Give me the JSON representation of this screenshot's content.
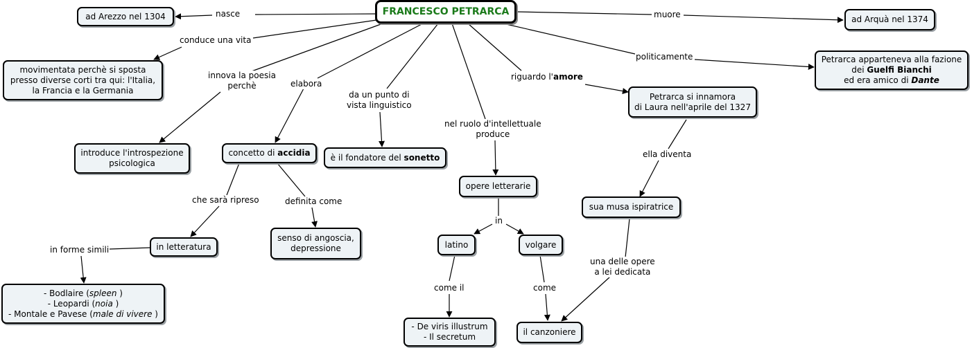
{
  "concept_map": {
    "root": "FRANCESCO PETRARCA",
    "nodes": {
      "arezzo": "ad Arezzo nel 1304",
      "arqua": "ad Arquà nel 1374",
      "vita": [
        "movimentata perchè si sposta",
        "presso diverse corti tra qui: l'Italia,",
        "la Francia e la Germania"
      ],
      "fazione": {
        "line1": "Petrarca apparteneva alla fazione",
        "line2_pre": "dei ",
        "line2_bold": "Guelfi Bianchi",
        "line3_pre": "ed era amico di ",
        "line3_bolditalic": "Dante"
      },
      "introspezione": [
        "introduce l'introspezione",
        "psicologica"
      ],
      "accidia": {
        "pre": "concetto di ",
        "bold": "accidia"
      },
      "sonetto": {
        "pre": "è il fondatore del ",
        "bold": "sonetto"
      },
      "laura": [
        "Petrarca si innamora",
        "di Laura nell'aprile del 1327"
      ],
      "opere": "opere letterarie",
      "musa": "sua musa ispiratrice",
      "letteratura": "in letteratura",
      "angoscia": [
        "senso di angoscia,",
        "depressione"
      ],
      "latino": "latino",
      "volgare": "volgare",
      "autori": {
        "l1_pre": "- Bodlaire (",
        "l1_it": "spleen",
        "l1_post": " )",
        "l2_pre": "- Leopardi (",
        "l2_it": "noia",
        "l2_post": " )",
        "l3_pre": "- Montale e Pavese (",
        "l3_it": "male di vivere",
        "l3_post": " )"
      },
      "deviris": [
        "- De viris illustrum",
        "- Il secretum"
      ],
      "canzoniere": "il canzoniere"
    },
    "links": {
      "nasce": "nasce",
      "muore": "muore",
      "conduce": "conduce una vita",
      "politicamente": "politicamente",
      "innova": [
        "innova la poesia",
        "perchè"
      ],
      "elabora": "elabora",
      "linguistico": [
        "da un punto di",
        "vista linguistico"
      ],
      "intellettuale": [
        "nel ruolo d'intellettuale",
        "produce"
      ],
      "amore": {
        "pre": "riguardo l'",
        "bold": "amore"
      },
      "ripreso": "che sarà ripreso",
      "definita": "definita come",
      "diventa": "ella diventa",
      "in": "in",
      "forme": "in forme simili",
      "come_il": "come il",
      "come": "come",
      "dedicata": [
        "una delle opere",
        "a lei dedicata"
      ]
    }
  }
}
